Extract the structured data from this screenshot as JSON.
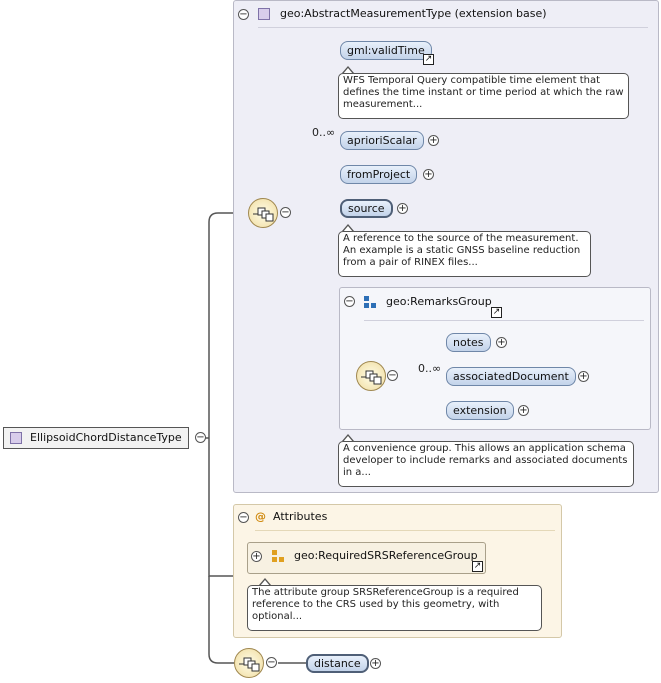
{
  "root": {
    "name": "EllipsoidChordDistanceType"
  },
  "extension_base": {
    "title": "geo:AbstractMeasurementType (extension base)",
    "elements": [
      {
        "label": "gml:validTime",
        "bold": false,
        "doc": "WFS Temporal Query compatible time element that defines the time instant or time period at which the raw measurement..."
      },
      {
        "label": "aprioriScalar",
        "cardinality": "0..∞"
      },
      {
        "label": "fromProject"
      },
      {
        "label": "source",
        "bold": true,
        "doc": "A reference to the source of the measurement. An example is a static GNSS baseline reduction from a pair of RINEX files..."
      }
    ],
    "remarks_group": {
      "title": "geo:RemarksGroup",
      "elements": [
        {
          "label": "notes"
        },
        {
          "label": "associatedDocument",
          "cardinality": "0..∞"
        },
        {
          "label": "extension"
        }
      ],
      "doc": "A convenience group. This allows an application schema developer to include remarks and associated documents in a..."
    }
  },
  "attributes": {
    "title": "Attributes",
    "group_label": "geo:RequiredSRSReferenceGroup",
    "doc": "The attribute group SRSReferenceGroup is a required reference to the CRS used by this geometry, with optional..."
  },
  "distance": {
    "label": "distance"
  },
  "symbols": {
    "collapse": "−",
    "expand": "+",
    "at": "@",
    "link": "↗"
  },
  "colors": {
    "extension_bg": "#eeeef6",
    "attributes_bg": "#fcf5e6",
    "element_fill": "#c3d3ea",
    "type_icon": "#d8cdeb"
  }
}
